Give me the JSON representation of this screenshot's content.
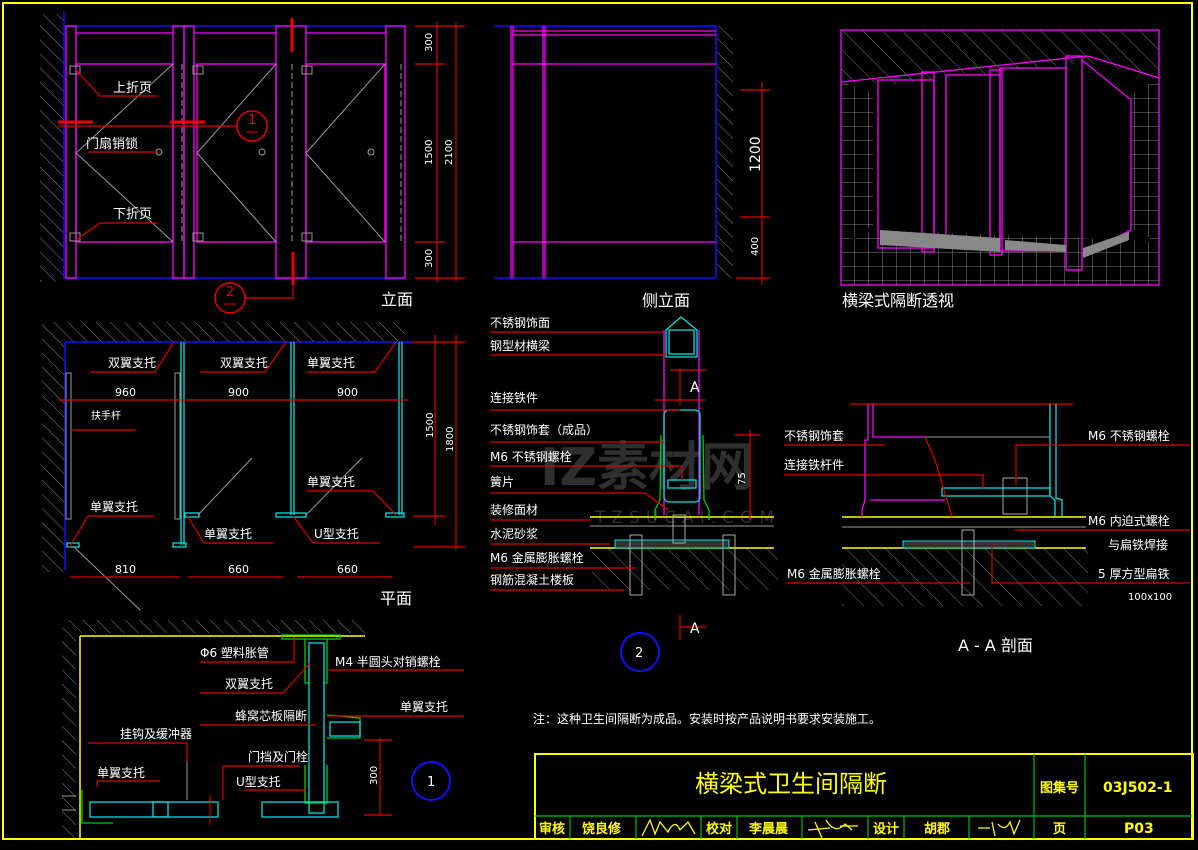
{
  "elevation": {
    "title": "立面",
    "labels": {
      "upper_hinge": "上折页",
      "door_lock": "门扇销锁",
      "lower_hinge": "下折页"
    },
    "dims": {
      "top": "300",
      "middle": "1500",
      "bottom": "300",
      "total": "2100"
    },
    "callout_1": "1",
    "callout_2": "2"
  },
  "side_elevation": {
    "title": "侧立面",
    "dims": {
      "upper": "1200",
      "lower": "400"
    }
  },
  "perspective": {
    "title": "横梁式隔断透视"
  },
  "plan": {
    "title": "平面",
    "labels": {
      "double_wing_1": "双翼支托",
      "double_wing_2": "双翼支托",
      "single_wing_top": "单翼支托",
      "handrail": "扶手杆",
      "single_wing_left": "单翼支托",
      "single_wing_mid": "单翼支托",
      "single_wing_right": "单翼支托",
      "u_bracket": "U型支托"
    },
    "dims": {
      "w1": "960",
      "w2": "900",
      "w3": "900",
      "b1": "810",
      "b2": "660",
      "b3": "660",
      "d1": "1500",
      "d2": "1800"
    }
  },
  "detail_2": {
    "labels": [
      "不锈钢饰面",
      "钢型材横梁",
      "连接铁件",
      "不锈钢饰套（成品）",
      "M6  不锈钢螺栓",
      "簧片",
      "装修面材",
      "水泥砂浆",
      "M6  金属膨胀螺栓",
      "钢筋混凝土楼板"
    ],
    "section_mark": "A",
    "dim": "75",
    "callout": "2"
  },
  "section_aa": {
    "title": "A - A 剖面",
    "labels_left": [
      "不锈钢饰套",
      "连接铁杆件",
      "M6  金属膨胀螺栓"
    ],
    "labels_right": [
      "M6  不锈钢螺栓",
      "M6  内迫式螺栓",
      "与扁铁焊接",
      "5 厚方型扁铁",
      "100x100"
    ]
  },
  "detail_1": {
    "labels": {
      "anchor": "Φ6 塑料胀管",
      "bolt": "M4  半圆头对销螺栓",
      "double_wing": "双翼支托",
      "single_wing_right": "单翼支托",
      "panel": "蜂窝芯板隔断",
      "hook": "挂钩及缓冲器",
      "door_stop": "门挡及门栓",
      "single_wing_left": "单翼支托",
      "u_bracket": "U型支托"
    },
    "dim": "300",
    "callout": "1"
  },
  "note": "注：这种卫生间隔断为成品。安装时按产品说明书要求安装施工。",
  "title_block": {
    "title": "横梁式卫生间隔断",
    "atlas_label": "图集号",
    "atlas_no": "03J502-1",
    "review_label": "审核",
    "reviewer": "饶良修",
    "check_label": "校对",
    "checker": "李晨晨",
    "design_label": "设计",
    "designer": "胡郡",
    "page_label": "页",
    "page_no": "P03"
  },
  "watermark": {
    "brand": "IZ素材网",
    "url": "TZSUCAI.COM"
  },
  "colors": {
    "background": "#000000",
    "frame": "#ffff00",
    "partition": "#ff00ff",
    "dimension": "#e00000",
    "section": "#00e0e0"
  }
}
